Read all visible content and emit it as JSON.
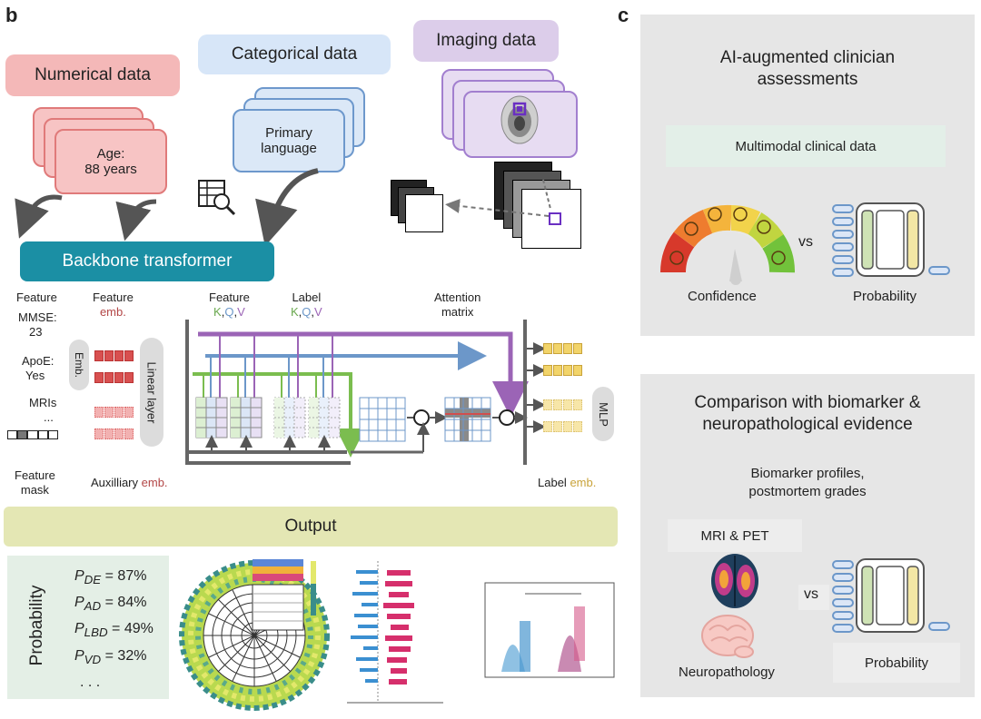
{
  "panel_b": {
    "letter": "b",
    "numerical": {
      "title": "Numerical data",
      "card_line1": "Age:",
      "card_line2": "88 years"
    },
    "categorical": {
      "title": "Categorical data",
      "card_line1": "Primary",
      "card_line2": "language"
    },
    "imaging": {
      "title": "Imaging data"
    },
    "backbone": "Backbone transformer",
    "col_feature": "Feature",
    "col_feature_emb_1": "Feature",
    "col_feature_emb_2": "emb.",
    "col_feature_kqv_1": "Feature",
    "col_label_kqv_1": "Label",
    "kqv": {
      "k": "K",
      "q": "Q",
      "v": "V",
      "sep": ","
    },
    "col_attention_1": "Attention",
    "col_attention_2": "matrix",
    "feature_mmse_1": "MMSE:",
    "feature_mmse_2": "23",
    "feature_apoe_1": "ApoE:",
    "feature_apoe_2": "Yes",
    "feature_mris": "MRIs",
    "feature_ellipsis": "...",
    "emb_label": "Emb.",
    "linear_label": "Linear layer",
    "mlp_label": "MLP",
    "feature_mask_1": "Feature",
    "feature_mask_2": "mask",
    "auxiliary_1": "Auxilliary",
    "auxiliary_2": "emb.",
    "label_emb_1": "Label",
    "label_emb_2": "emb.",
    "output": "Output",
    "probability_title": "Probability",
    "probs": [
      {
        "sub": "DE",
        "value": " = 87%"
      },
      {
        "sub": "AD",
        "value": " = 84%"
      },
      {
        "sub": "LBD",
        "value": " = 49%"
      },
      {
        "sub": "VD",
        "value": " = 32%"
      }
    ],
    "prob_ellipsis": ". . .",
    "prob_symbol": "P"
  },
  "panel_c": {
    "letter": "c",
    "top_title_1": "AI-augmented clinician",
    "top_title_2": "assessments",
    "multimodal": "Multimodal clinical data",
    "confidence": "Confidence",
    "vs": "vs",
    "probability": "Probability",
    "bottom_title_1": "Comparison with biomarker &",
    "bottom_title_2": "neuropathological evidence",
    "biomarker_1": "Biomarker profiles,",
    "biomarker_2": "postmortem grades",
    "mri_pet": "MRI & PET",
    "neuropathology": "Neuropathology",
    "vs2": "vs",
    "probability2": "Probability"
  },
  "colors": {
    "numerical": "#f4b8b8",
    "numerical_border": "#e07a7a",
    "categorical": "#d7e6f8",
    "categorical_border": "#6d98cc",
    "imaging": "#dccdea",
    "imaging_border": "#a27fcf",
    "backbone": "#1b8fa4",
    "output": "#e4e7b4",
    "probability_bg": "#e4efe6",
    "panel_c_bg": "#e6e6e6",
    "multimodal_bg": "#e3efe8",
    "green": "#7bbd4f",
    "blue": "#6c97c9",
    "purple": "#9b64b6",
    "red": "#c0392b"
  }
}
